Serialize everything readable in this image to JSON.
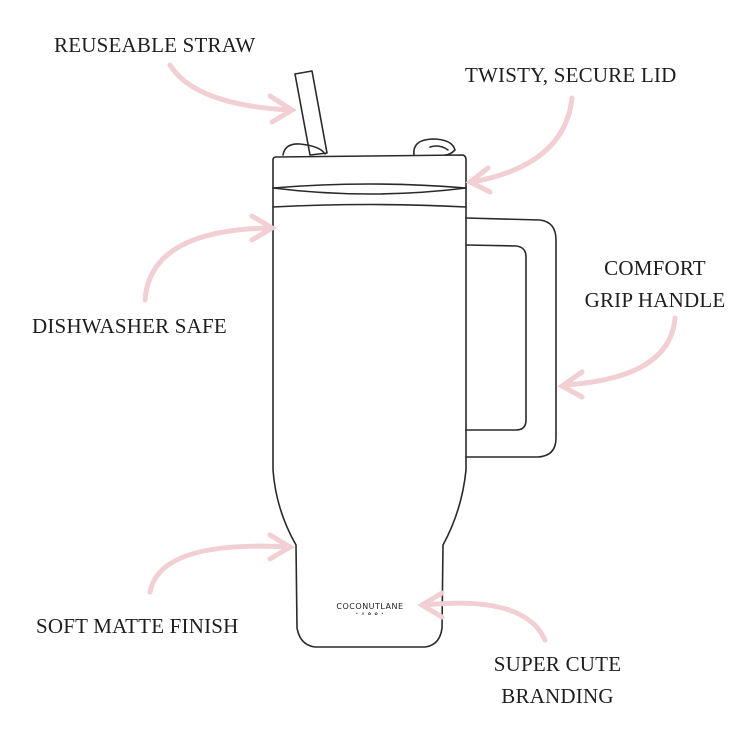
{
  "labels": {
    "straw": "REUSEABLE STRAW",
    "lid": "TWISTY, SECURE LID",
    "dishwasher": "DISHWASHER SAFE",
    "handle_line1": "COMFORT",
    "handle_line2": "GRIP HANDLE",
    "finish": "SOFT MATTE FINISH",
    "branding_line1": "SUPER CUTE",
    "branding_line2": "BRANDING"
  },
  "product_branding": {
    "name": "COCONUTLANE",
    "sub": "• ✕ ✿ ✿ •"
  },
  "colors": {
    "arrow": "#f1cfd2",
    "outline": "#2a2a2a",
    "text": "#1e1e1e"
  }
}
